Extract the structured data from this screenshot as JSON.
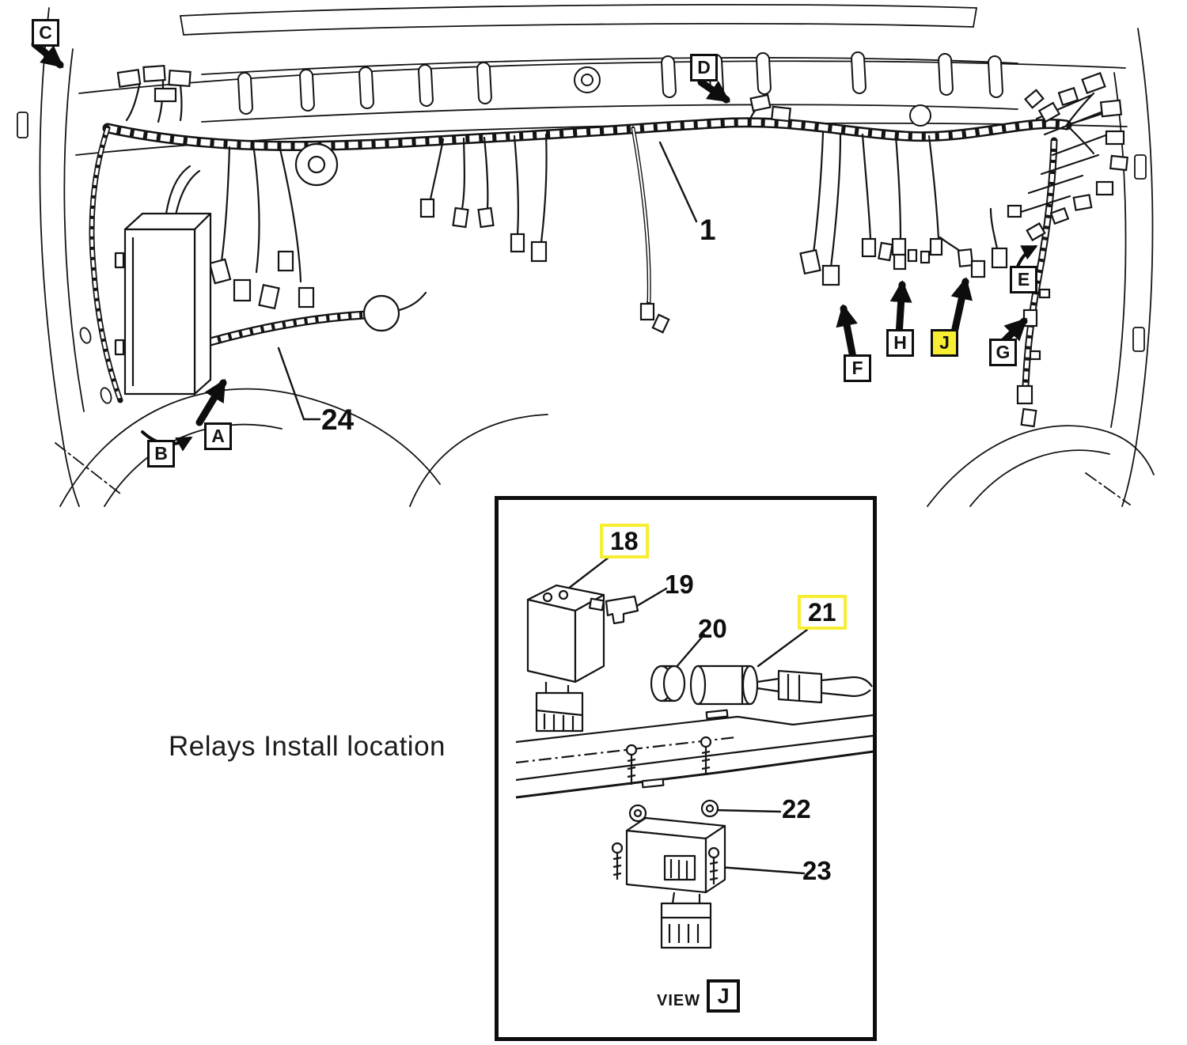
{
  "main_diagram": {
    "callouts": [
      {
        "label": "C",
        "highlighted": false
      },
      {
        "label": "D",
        "highlighted": false
      },
      {
        "label": "A",
        "highlighted": false
      },
      {
        "label": "B",
        "highlighted": false
      },
      {
        "label": "F",
        "highlighted": false
      },
      {
        "label": "H",
        "highlighted": false
      },
      {
        "label": "J",
        "highlighted": true
      },
      {
        "label": "E",
        "highlighted": false
      },
      {
        "label": "G",
        "highlighted": false
      }
    ],
    "part_numbers": [
      {
        "label": "1"
      },
      {
        "label": "24"
      }
    ]
  },
  "inset": {
    "caption": "Relays Install location",
    "part_numbers": [
      {
        "label": "18",
        "highlighted": true
      },
      {
        "label": "19",
        "highlighted": false
      },
      {
        "label": "20",
        "highlighted": false
      },
      {
        "label": "21",
        "highlighted": true
      },
      {
        "label": "22",
        "highlighted": false
      },
      {
        "label": "23",
        "highlighted": false
      }
    ],
    "view": {
      "word": "VIEW",
      "letter": "J"
    }
  },
  "colors": {
    "highlight": "#f7ee33",
    "line": "#141414"
  }
}
